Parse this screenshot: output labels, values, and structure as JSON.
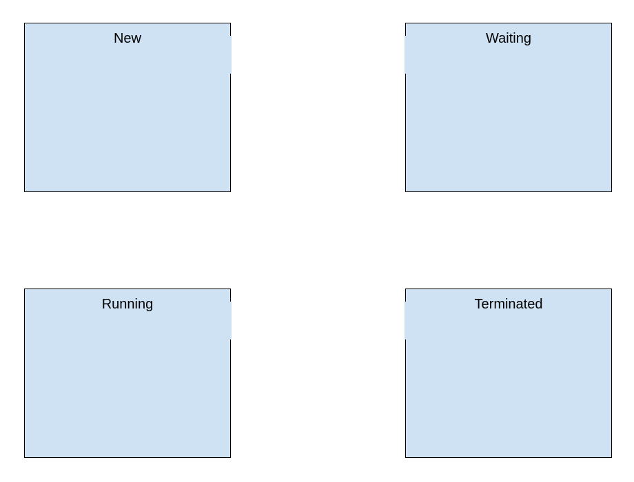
{
  "diagram": {
    "states": [
      {
        "id": "new",
        "label": "New"
      },
      {
        "id": "waiting",
        "label": "Waiting"
      },
      {
        "id": "running",
        "label": "Running"
      },
      {
        "id": "terminated",
        "label": "Terminated"
      }
    ]
  },
  "colors": {
    "box_fill": "#cfe2f3",
    "box_border": "#000000",
    "text": "#000000",
    "background": "#ffffff"
  }
}
